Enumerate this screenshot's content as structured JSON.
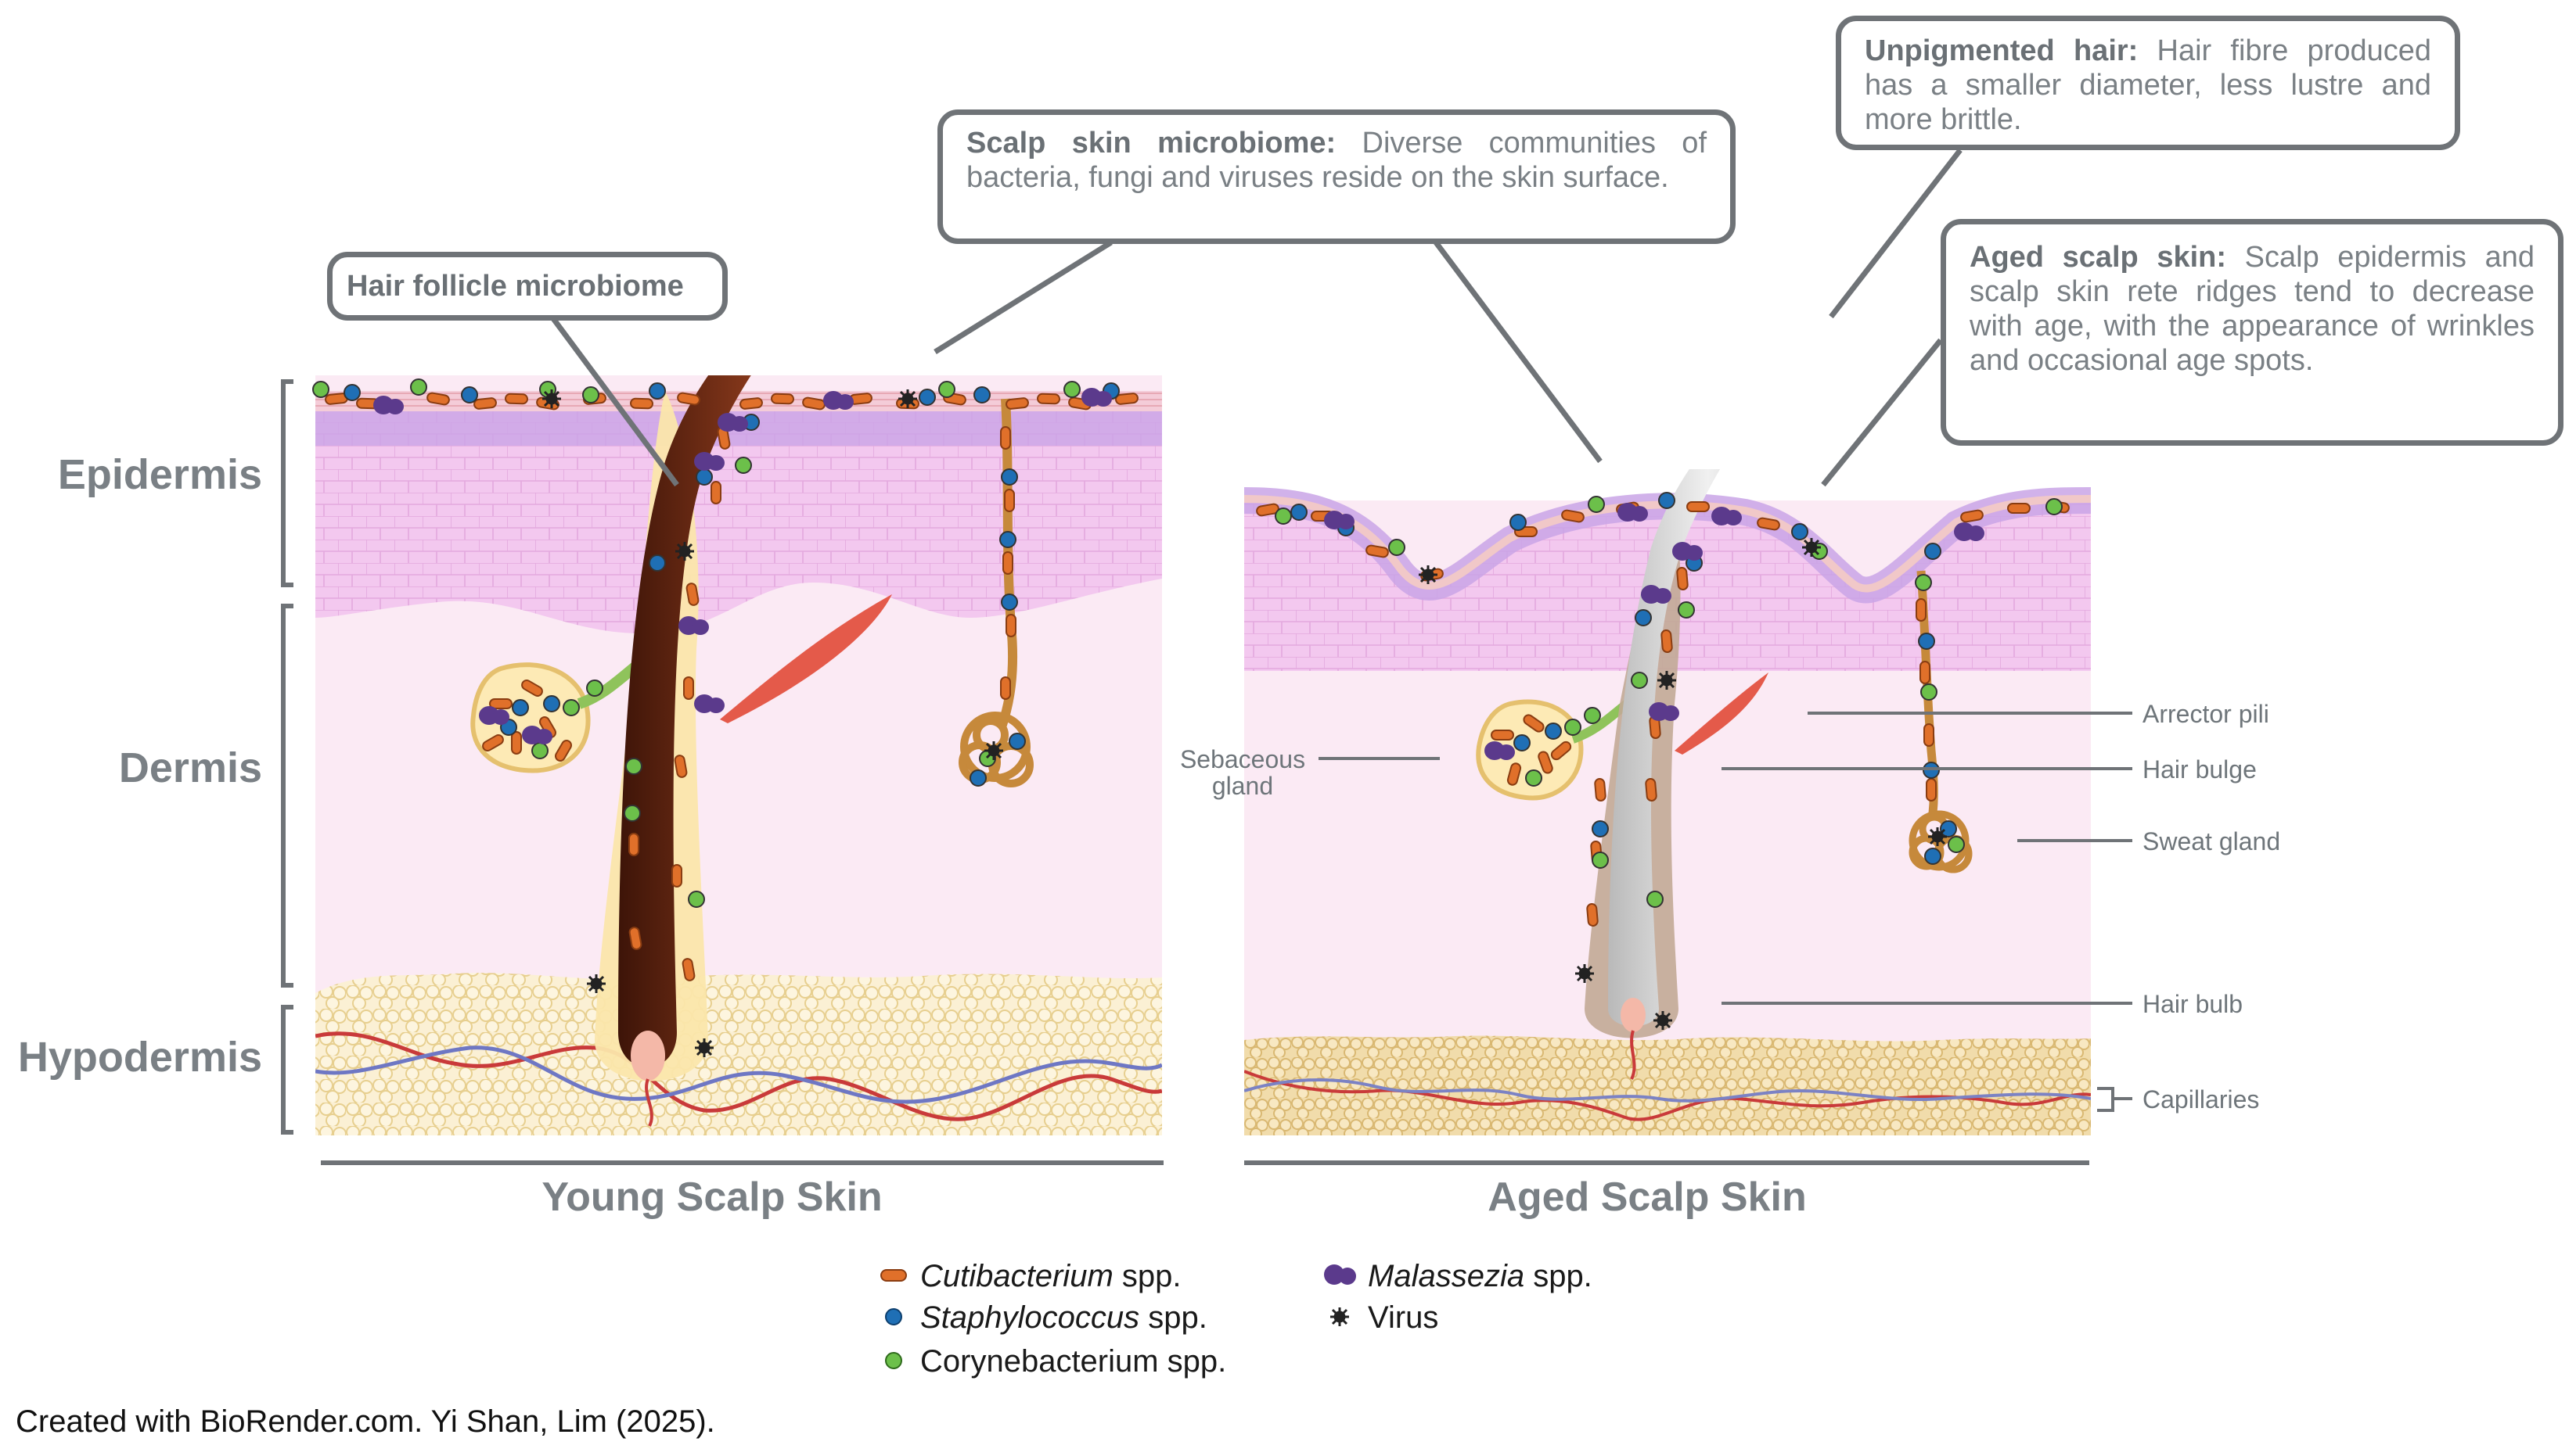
{
  "layers": {
    "epidermis": "Epidermis",
    "dermis": "Dermis",
    "hypodermis": "Hypodermis"
  },
  "panels": {
    "young": "Young Scalp Skin",
    "aged": "Aged Scalp Skin"
  },
  "callouts": {
    "hair_follicle": "Hair follicle microbiome",
    "scalp_microbiome_title": "Scalp skin microbiome:",
    "scalp_microbiome_text": "Diverse communities of bacteria, fungi and viruses reside on the skin surface.",
    "unpigmented_title": "Unpigmented hair:",
    "unpigmented_text": "Hair fibre produced has a smaller diameter, less lustre and more brittle.",
    "aged_title": "Aged scalp skin:",
    "aged_text": "Scalp epidermis and scalp skin rete ridges tend to decrease with age, with the appearance of wrinkles and occasional age spots."
  },
  "structures": {
    "sebaceous_line1": "Sebaceous",
    "sebaceous_line2": "gland",
    "arrector_pili": "Arrector pili",
    "hair_bulge": "Hair bulge",
    "sweat_gland": "Sweat gland",
    "hair_bulb": "Hair bulb",
    "capillaries": "Capillaries"
  },
  "legend": {
    "cutibacterium_italic": "Cutibacterium",
    "cutibacterium_suffix": " spp.",
    "staphylococcus_italic": "Staphylococcus",
    "staphylococcus_suffix": " spp.",
    "corynebacterium": "Corynebacterium spp.",
    "malassezia_italic": "Malassezia",
    "malassezia_suffix": " spp.",
    "virus": "Virus"
  },
  "colors": {
    "cutibacterium": "#e0702a",
    "staphylococcus": "#1f6fb5",
    "corynebacterium": "#6cc04a",
    "malassezia": "#5b3a8c",
    "virus": "#222222",
    "epidermis": "#f2c6ee",
    "dermis": "#fbeaf4",
    "hypodermis": "#f6e4b6",
    "young_hair": "#5a2412",
    "aged_hair": "#c8c8c8"
  },
  "credit": "Created with BioRender.com. Yi Shan, Lim (2025)."
}
